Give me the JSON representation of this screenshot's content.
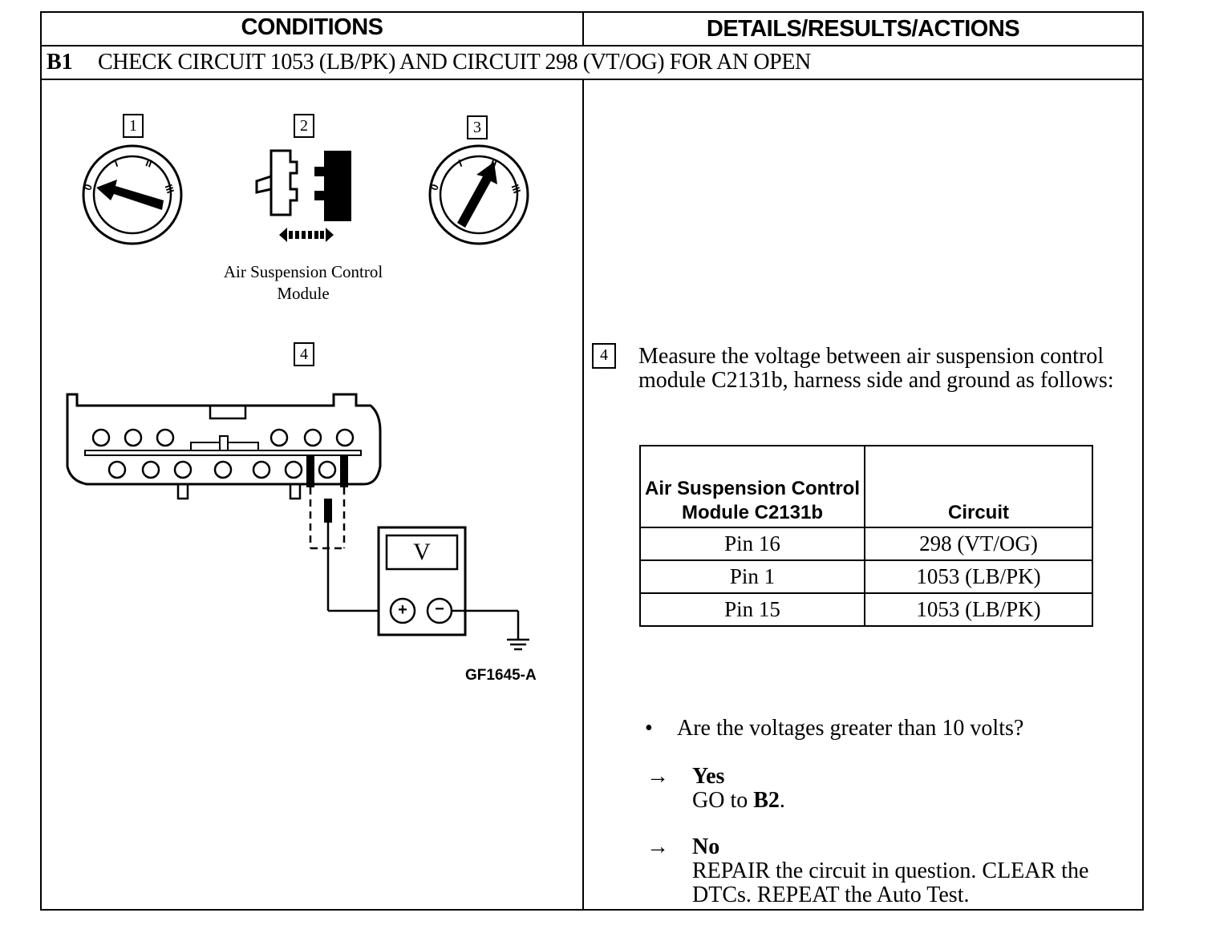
{
  "headers": {
    "conditions": "CONDITIONS",
    "details": "DETAILS/RESULTS/ACTIONS"
  },
  "step": {
    "id": "B1",
    "title": "CHECK CIRCUIT 1053 (LB/PK) AND CIRCUIT 298 (VT/OG) FOR AN OPEN"
  },
  "diagram": {
    "steps": [
      "1",
      "2",
      "3",
      "4"
    ],
    "switch_labels": [
      "0",
      "I",
      "II",
      "III"
    ],
    "module_label_line1": "Air Suspension Control",
    "module_label_line2": "Module",
    "meter_symbol": "V",
    "meter_plus": "+",
    "meter_minus": "−",
    "figure_code": "GF1645-A"
  },
  "details": {
    "step_number": "4",
    "instruction": "Measure the voltage between air suspension control module C2131b, harness side and ground as follows:",
    "table": {
      "col1_header": "Air Suspension Control Module C2131b",
      "col2_header": "Circuit",
      "rows": [
        {
          "pin": "Pin 16",
          "circuit": "298 (VT/OG)"
        },
        {
          "pin": "Pin 1",
          "circuit": "1053 (LB/PK)"
        },
        {
          "pin": "Pin 15",
          "circuit": "1053 (LB/PK)"
        }
      ]
    },
    "bullet": "•",
    "question": "Are the voltages greater than 10 volts?",
    "arrow": "→",
    "yes_label": "Yes",
    "yes_action_prefix": "GO to ",
    "yes_action_ref": "B2",
    "yes_action_suffix": ".",
    "no_label": "No",
    "no_action": "REPAIR the circuit in question. CLEAR the DTCs. REPEAT the Auto Test."
  }
}
